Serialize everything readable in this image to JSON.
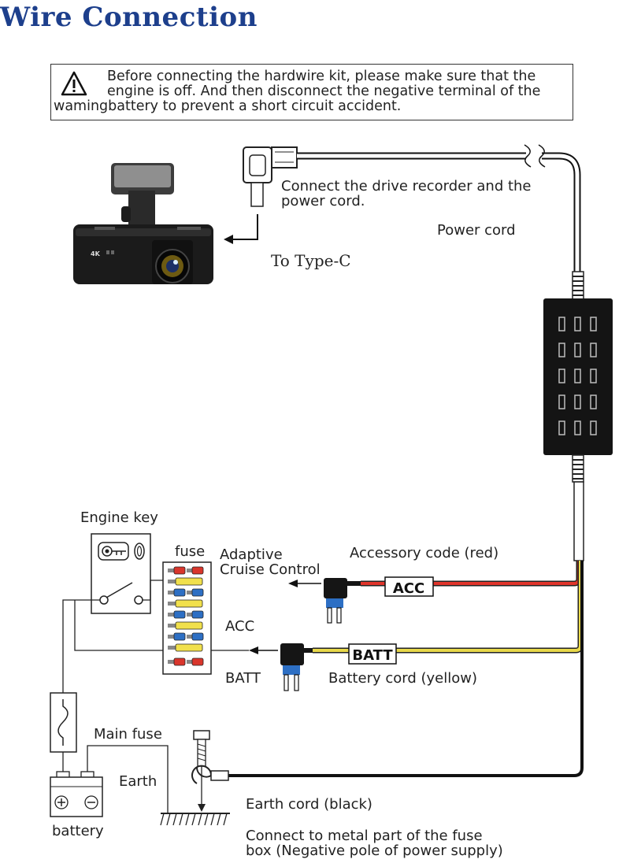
{
  "title": "Wire Connection",
  "warning": {
    "line1": "Before connecting the hardwire kit, please make sure that the",
    "line2": "engine is off. And then disconnect the negative terminal of the",
    "line3": "wamingbattery to prevent a short circuit accident."
  },
  "labels": {
    "connect_recorder_1": "Connect the drive recorder and the",
    "connect_recorder_2": "power cord.",
    "power_cord": "Power cord",
    "to_type_c": "To Type-C",
    "engine_key": "Engine key",
    "fuse": "fuse",
    "adaptive_1": "Adaptive",
    "adaptive_2": "Cruise Control",
    "accessory_code": "Accessory code (red)",
    "acc_tag": "ACC",
    "acc_label": "ACC",
    "batt_tag": "BATT",
    "batt_label": "BATT",
    "battery_cord": "Battery cord (yellow)",
    "main_fuse": "Main fuse",
    "earth": "Earth",
    "earth_cord": "Earth cord (black)",
    "battery": "battery",
    "connect_metal_1": "Connect to metal part of the fuse",
    "connect_metal_2": "box (Negative pole of power supply)",
    "camera_badge": "4K"
  },
  "colors": {
    "title": "#1d3f8c",
    "acc_wire": "#e0352b",
    "batt_wire": "#e8d84a",
    "earth_wire": "#111111",
    "fuse_red": "#d9362c",
    "fuse_yellow": "#f1e04c",
    "fuse_blue": "#2d6fc4",
    "converter": "#141414"
  }
}
